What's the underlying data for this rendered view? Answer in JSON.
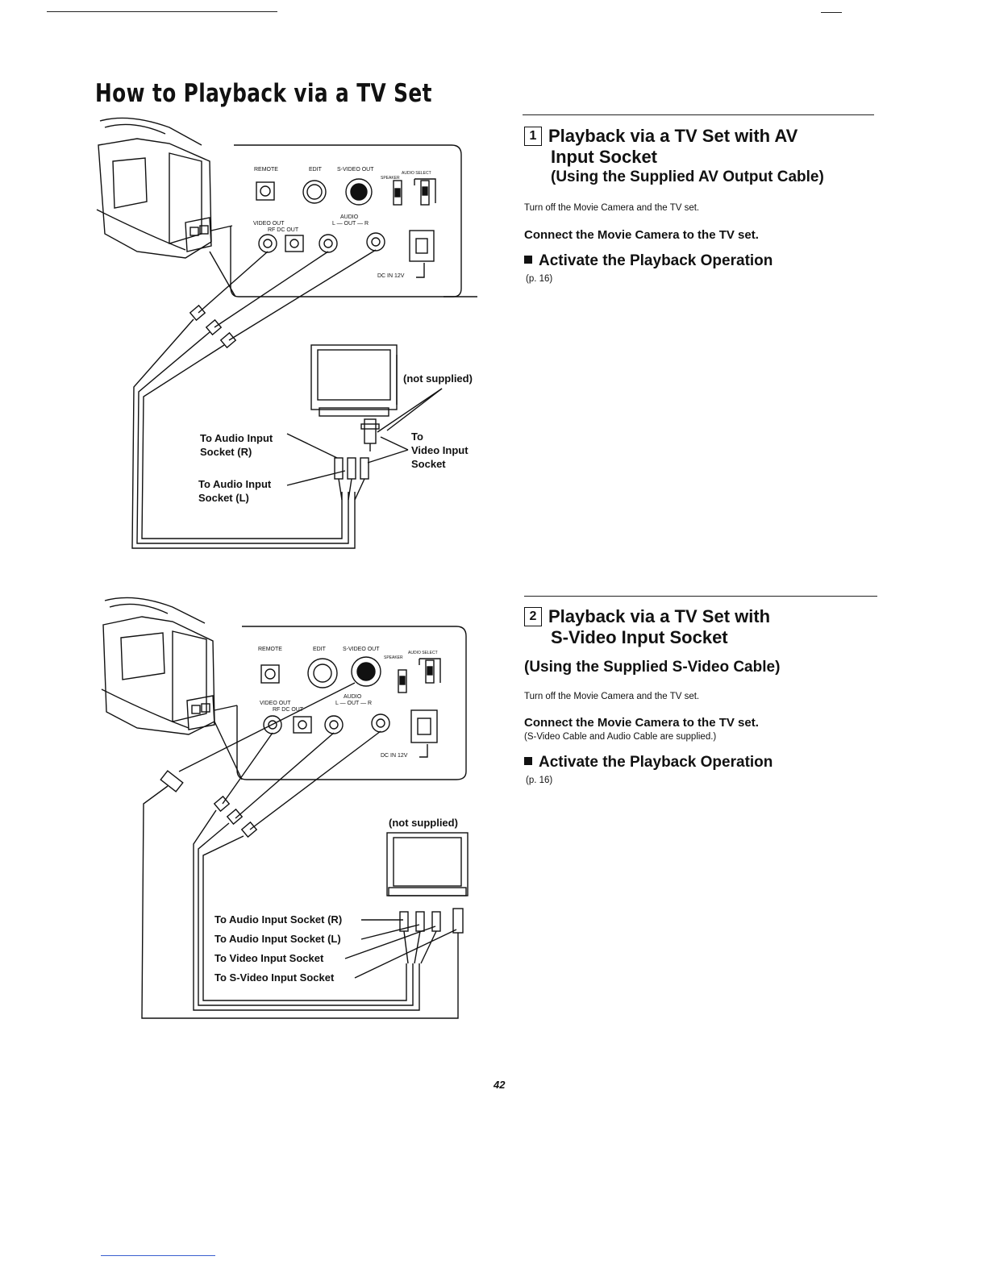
{
  "page": {
    "title": "How to Playback via a TV Set",
    "number": "42"
  },
  "section1": {
    "number": "1",
    "title_line1": "Playback via a TV Set with AV",
    "title_line2": "Input Socket",
    "subtitle": "(Using the Supplied AV Output Cable)",
    "step1": "Turn off the Movie Camera and the TV set.",
    "step2": "Connect the Movie Camera to the TV set.",
    "step3": "Activate the Playback Operation",
    "step3_ref": "(p. 16)"
  },
  "section2": {
    "number": "2",
    "title_line1": "Playback via a TV Set with",
    "title_line2": "S-Video Input Socket",
    "subtitle": "(Using the Supplied S-Video Cable)",
    "step1": "Turn off the Movie Camera and the TV set.",
    "step2": "Connect the Movie Camera to the TV set.",
    "step2_note": "(S-Video Cable and Audio Cable are supplied.)",
    "step3": "Activate the Playback Operation",
    "step3_ref": "(p. 16)"
  },
  "diagram1": {
    "panel_labels": {
      "remote": "REMOTE",
      "edit": "EDIT",
      "svideo_out": "S-VIDEO OUT",
      "audio_select": "AUDIO SELECT",
      "speaker": "SPEAKER",
      "audio": "AUDIO",
      "audio_out": "L — OUT — R",
      "video_out": "VIDEO OUT",
      "rf_dc_out": "RF DC OUT",
      "dc_in": "DC IN 12V"
    },
    "not_supplied": "(not supplied)",
    "audio_r_line1": "To Audio Input",
    "audio_r_line2": "Socket (R)",
    "audio_l_line1": "To Audio Input",
    "audio_l_line2": "Socket (L)",
    "video_line1": "To",
    "video_line2": "Video Input",
    "video_line3": "Socket"
  },
  "diagram2": {
    "panel_labels": {
      "remote": "REMOTE",
      "edit": "EDIT",
      "svideo_out": "S-VIDEO OUT",
      "audio_select": "AUDIO SELECT",
      "speaker": "SPEAKER",
      "audio": "AUDIO",
      "audio_out": "L — OUT — R",
      "video_out": "VIDEO OUT",
      "rf_dc_out": "RF DC OUT",
      "dc_in": "DC IN 12V"
    },
    "not_supplied": "(not supplied)",
    "label_audio_r": "To Audio Input Socket (R)",
    "label_audio_l": "To Audio Input Socket (L)",
    "label_video": "To Video Input Socket",
    "label_svideo": "To S-Video Input Socket"
  },
  "colors": {
    "ink": "#111111",
    "line": "#222222",
    "paper": "#ffffff"
  }
}
